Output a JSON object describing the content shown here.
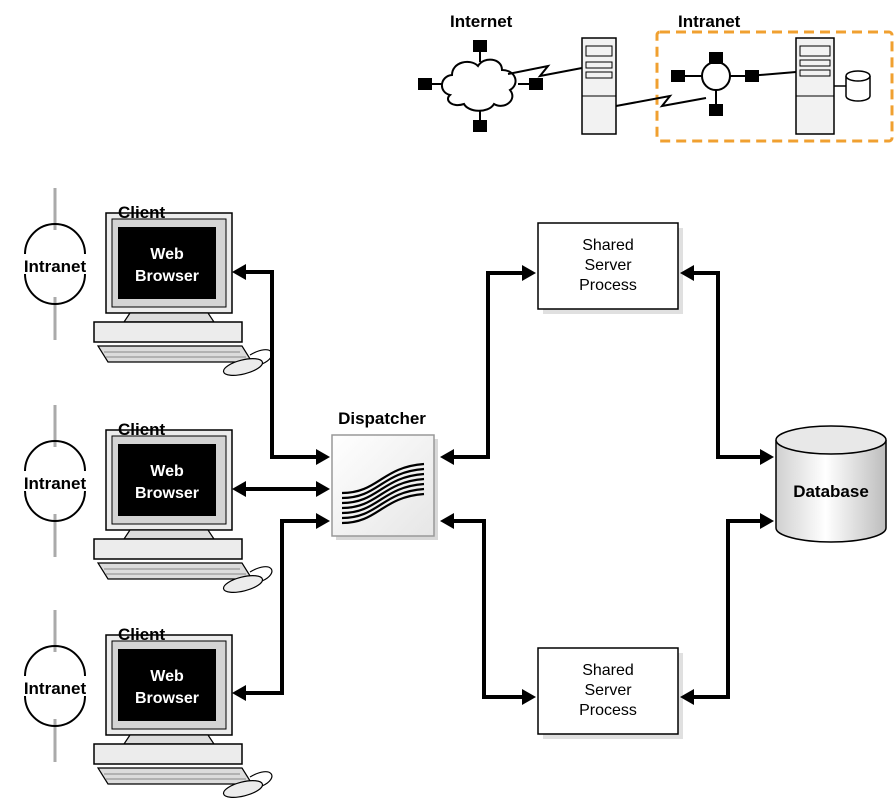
{
  "top": {
    "internet_label": "Internet",
    "intranet_label": "Intranet",
    "intranet_border_color": "#f0a030"
  },
  "clients": [
    {
      "label": "Client",
      "screen_line1": "Web",
      "screen_line2": "Browser",
      "intranet_label": "Intranet"
    },
    {
      "label": "Client",
      "screen_line1": "Web",
      "screen_line2": "Browser",
      "intranet_label": "Intranet"
    },
    {
      "label": "Client",
      "screen_line1": "Web",
      "screen_line2": "Browser",
      "intranet_label": "Intranet"
    }
  ],
  "dispatcher": {
    "label": "Dispatcher"
  },
  "servers": [
    {
      "line1": "Shared",
      "line2": "Server",
      "line3": "Process"
    },
    {
      "line1": "Shared",
      "line2": "Server",
      "line3": "Process"
    }
  ],
  "database": {
    "label": "Database"
  }
}
